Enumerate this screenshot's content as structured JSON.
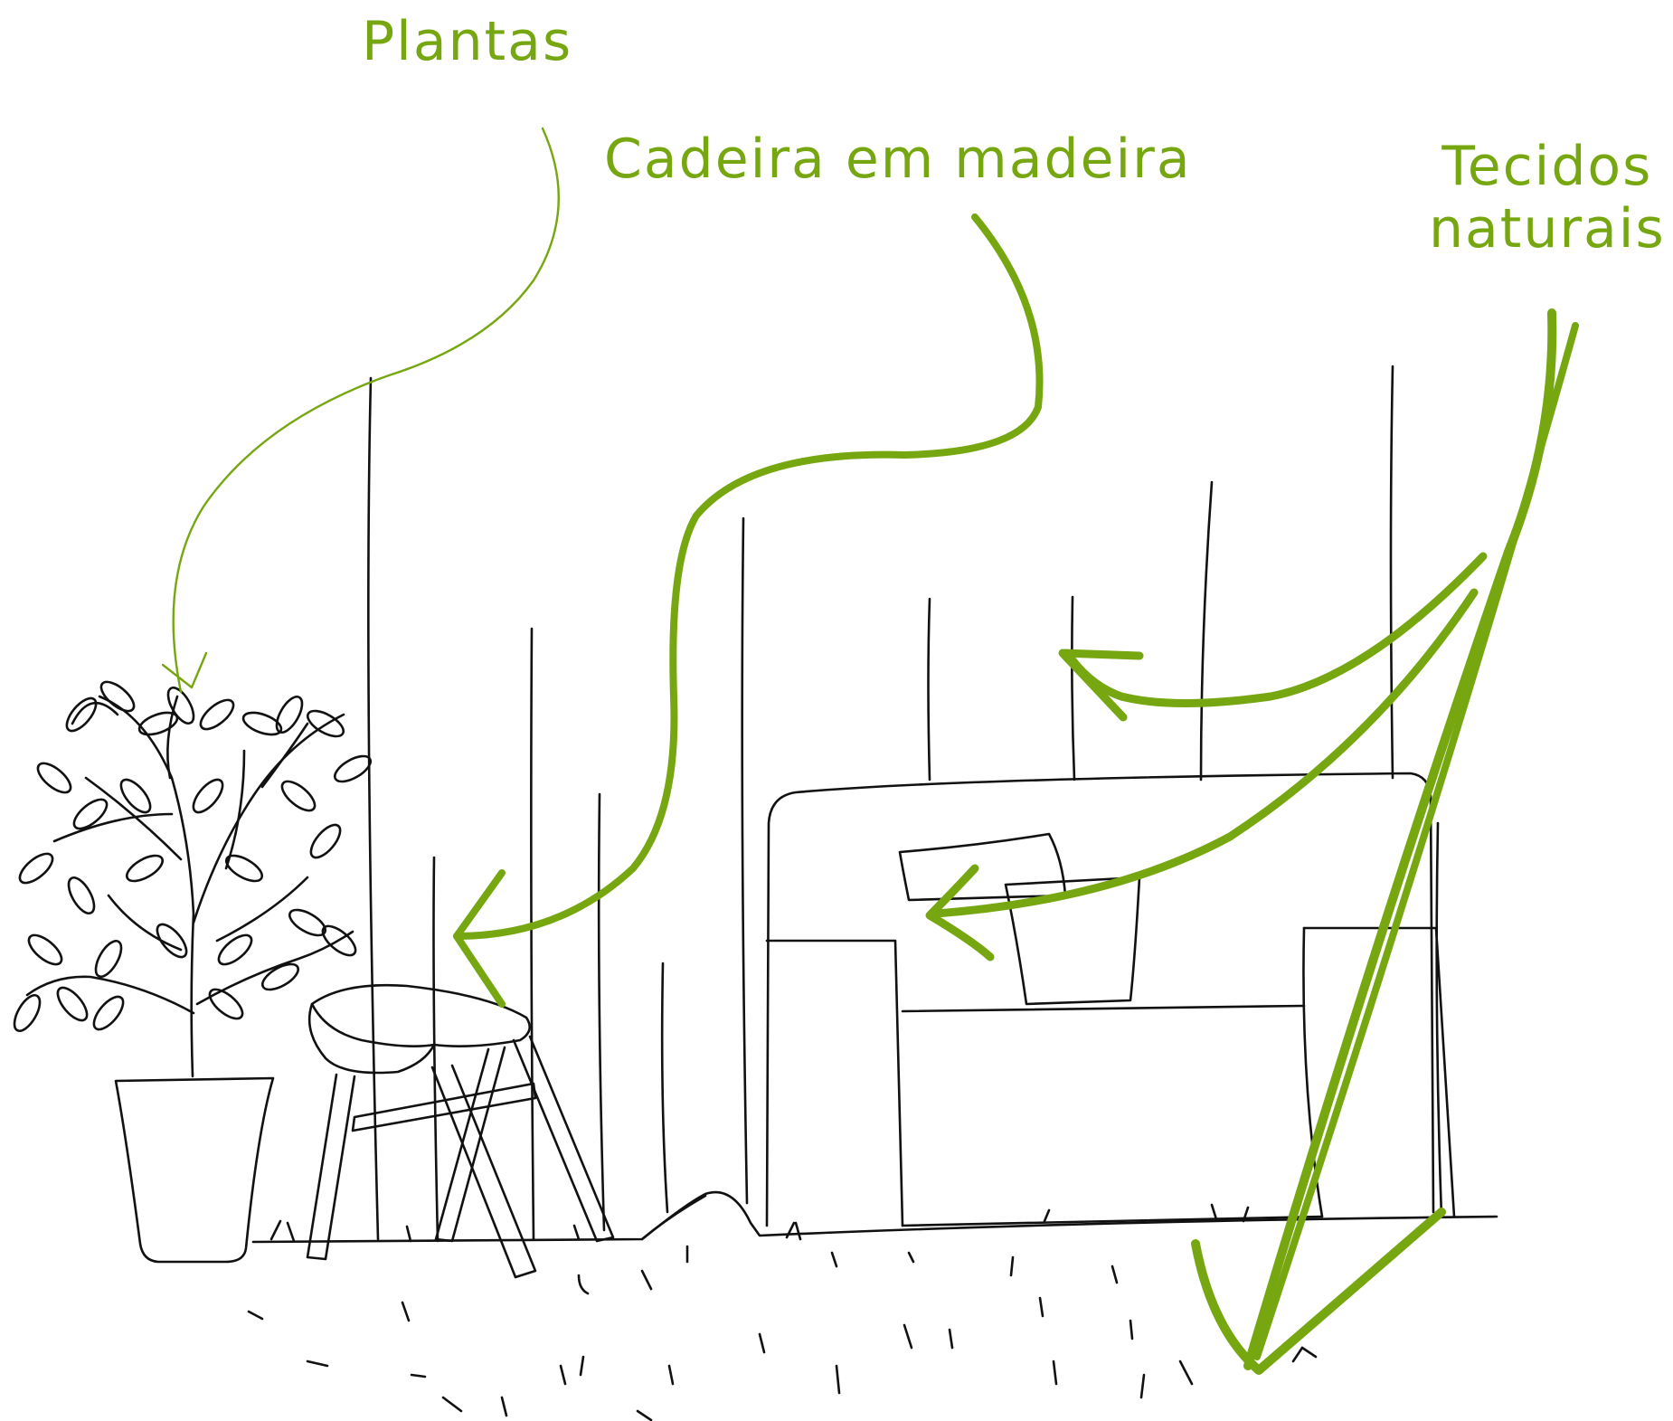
{
  "colors": {
    "accent": "#76a711",
    "ink": "#111111"
  },
  "labels": {
    "plants": "Plantas",
    "chair": "Cadeira em madeira",
    "fabrics_line1": "Tecidos",
    "fabrics_line2": "naturais"
  },
  "illustration": {
    "items": [
      "potted-plant",
      "wooden-chair",
      "fabric-sofa",
      "cushions",
      "fence-posts",
      "grass-ground"
    ]
  }
}
